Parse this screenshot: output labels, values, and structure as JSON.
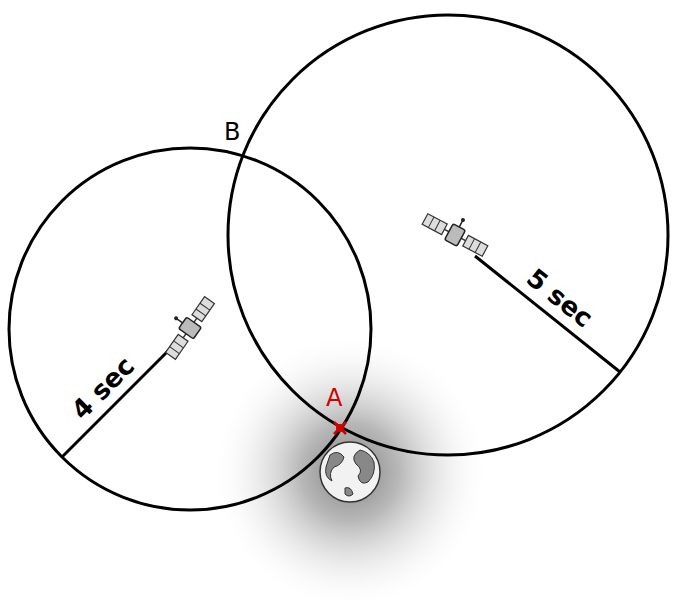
{
  "diagram": {
    "labels": [
      "B",
      "4 sec",
      "5 sec",
      "A"
    ]
  }
}
